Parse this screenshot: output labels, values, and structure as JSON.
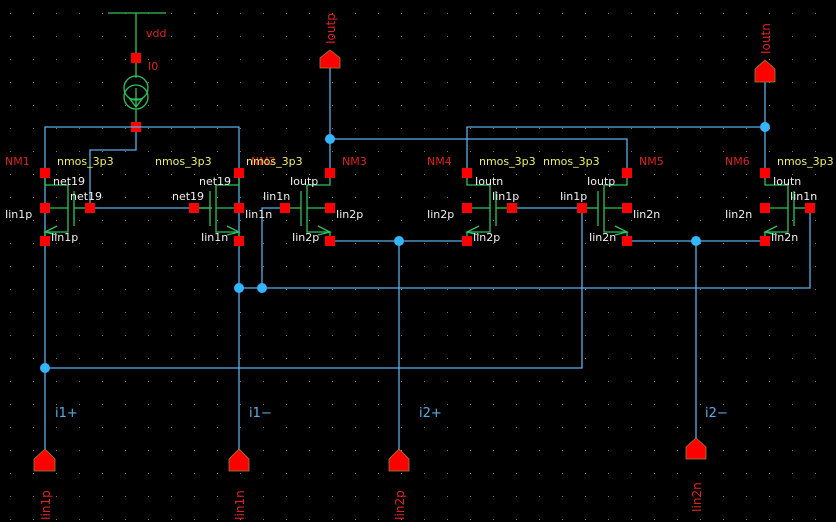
{
  "schematic": {
    "supply": {
      "net": "vdd",
      "source_name": "I0"
    },
    "transistors": [
      {
        "id": "NM1",
        "model": "nmos_3p3",
        "drain": "net19",
        "gate": "net19",
        "source": "Iin1p",
        "bulk": "Iin1p",
        "type": "left"
      },
      {
        "id": "NM2",
        "model": "nmos_3p3",
        "drain": "net19",
        "gate": "net19",
        "source": "Iin1n",
        "bulk": "Iin1n",
        "type": "right"
      },
      {
        "id": "NM3",
        "model": "nmos_3p3",
        "drain": "Ioutp",
        "gate": "Iin1n",
        "source": "Iin2p",
        "bulk": "Iin2p",
        "type": "right"
      },
      {
        "id": "NM4",
        "model": "nmos_3p3",
        "drain": "Ioutn",
        "gate": "Iin1p",
        "source": "Iin2p",
        "bulk": "Iin2p",
        "type": "left"
      },
      {
        "id": "NM5",
        "model": "nmos_3p3",
        "drain": "Ioutp",
        "gate": "Iin1p",
        "source": "Iin2n",
        "bulk": "Iin2n",
        "type": "right"
      },
      {
        "id": "NM6",
        "model": "nmos_3p3",
        "drain": "Ioutn",
        "gate": "Iin1n",
        "source": "Iin2n",
        "bulk": "Iin2n",
        "type": "left"
      }
    ],
    "output_pins": [
      {
        "name": "Ioutp"
      },
      {
        "name": "Ioutn"
      }
    ],
    "input_pins": [
      {
        "name": "Iin1p"
      },
      {
        "name": "Iin1n"
      },
      {
        "name": "Iin2p"
      },
      {
        "name": "Iin2n"
      }
    ],
    "net_labels": [
      {
        "text": "i1+"
      },
      {
        "text": "i1−"
      },
      {
        "text": "i2+"
      },
      {
        "text": "i2−"
      }
    ]
  }
}
